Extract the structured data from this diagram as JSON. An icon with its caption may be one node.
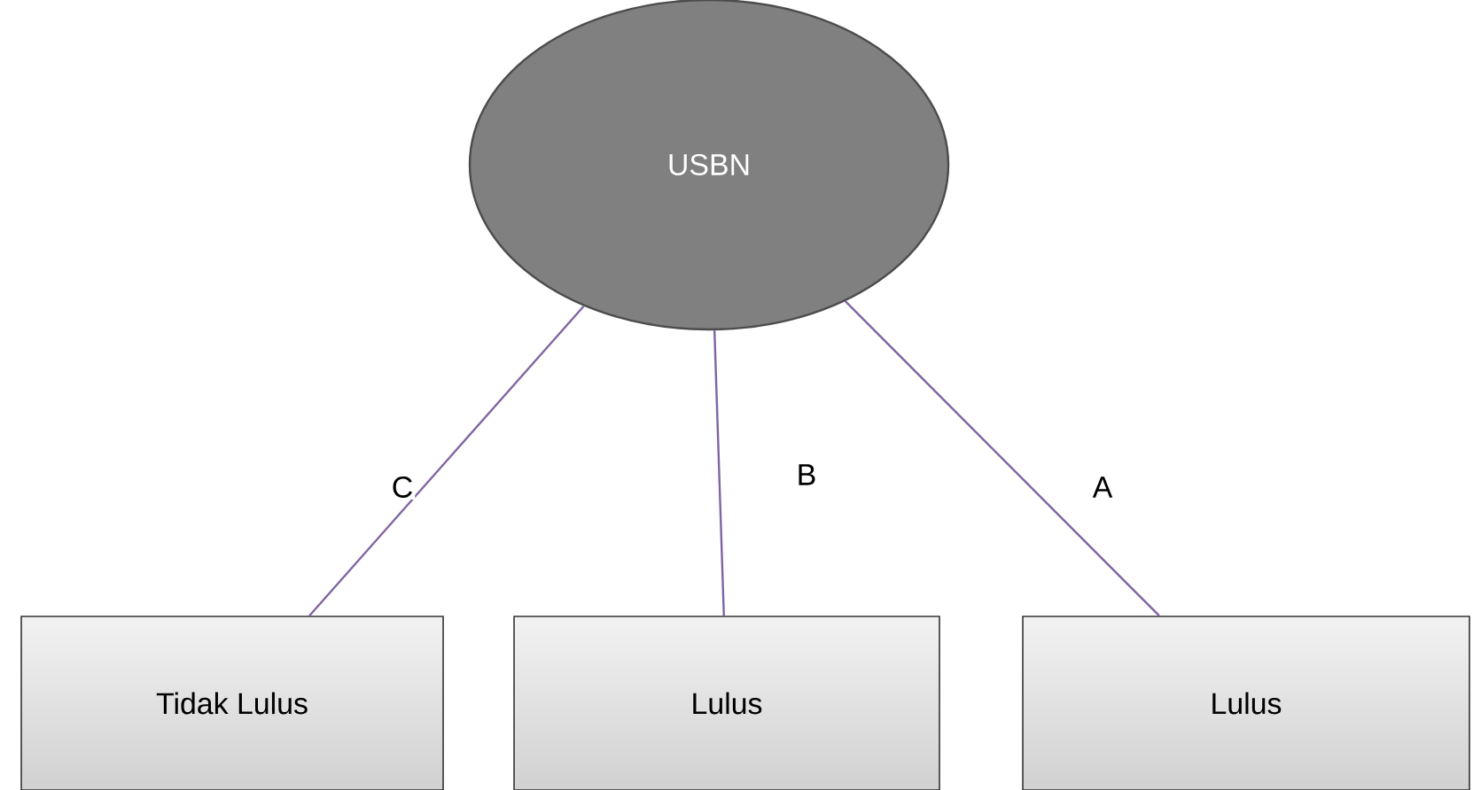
{
  "diagram": {
    "nodes": [
      {
        "text": [
          "USBN"
        ]
      },
      {
        "text": [
          "Tidak Lulus"
        ]
      },
      {
        "text": [
          "Lulus"
        ]
      },
      {
        "text": [
          "Lulus"
        ]
      }
    ],
    "edges": [
      {
        "from": 0,
        "to": 1,
        "arrow": "none",
        "label": "C"
      },
      {
        "from": 0,
        "to": 2,
        "arrow": "none",
        "label": "B"
      },
      {
        "from": 0,
        "to": 3,
        "arrow": "none",
        "label": "A"
      }
    ]
  }
}
